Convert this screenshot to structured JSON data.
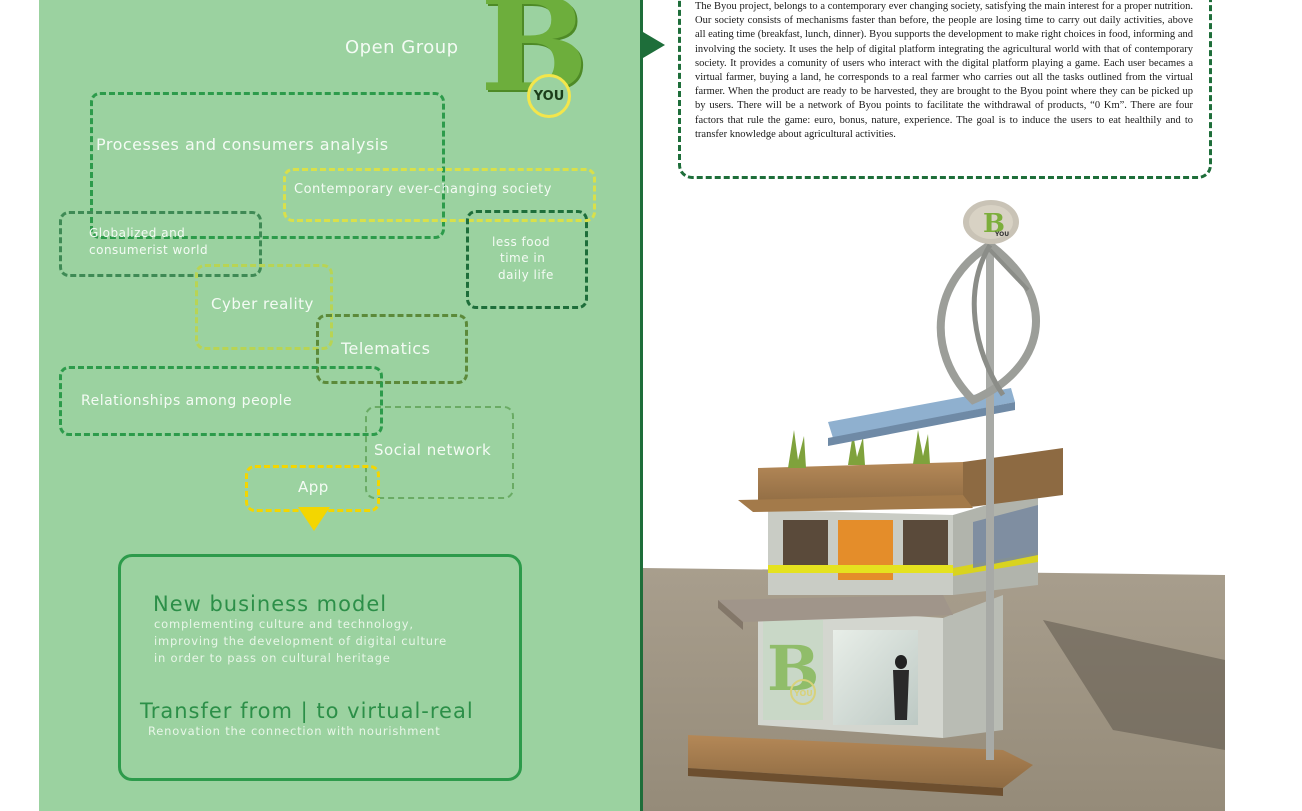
{
  "header": {
    "group_label": "Open Group"
  },
  "logo": {
    "letter": "B",
    "badge": "YOU"
  },
  "concept_tags": [
    "Processes and consumers analysis",
    "Contemporary ever-changing society",
    "Globalized and",
    "consumerist world",
    "less food",
    "time in",
    "daily life",
    "Cyber reality",
    "Telematics",
    "Relationships among people",
    "Social network",
    "App"
  ],
  "business": {
    "title": "New business model",
    "lines": [
      "complementing culture and technology,",
      "improving the development of digital culture",
      "in order to pass on cultural heritage"
    ],
    "transfer_title": "Transfer from | to virtual-real",
    "transfer_sub": "Renovation the connection with nourishment"
  },
  "description": {
    "text": "The Byou project, belongs to a contemporary ever changing society, satisfying the main interest for a proper nutrition. Our society consists of mechanisms faster than before, the people are losing time to carry out daily activities, above all eating time (breakfast, lunch, dinner). Byou supports the development to make right choices in food, informing and involving the society. It uses the help of digital platform integrating the agricultural world with that of contemporary society. It provides a comunity of users who interact with the digital platform playing a game. Each user becames a virtual farmer, buying a land, he corresponds to a real farmer who carries out all the tasks outlined from the virtual farmer. When the product are ready to be harvested, they are brought to the Byou point where they can be picked up by users. There will be a network of Byou points to facilitate the withdrawal of products, “0 Km”. There are four factors that rule the game: euro, bonus, nature, experience. The goal is to induce the users to eat healthily and to transfer knowledge about agricultural activities."
  },
  "render": {
    "logo_letter": "B",
    "logo_badge": "YOU",
    "glass_letter": "B",
    "glass_badge": "YOU"
  },
  "colors": {
    "panel": "#9bd2a0",
    "accent_green": "#2d9b4b",
    "dark_green": "#1e6e3a",
    "yellow": "#f3d600"
  }
}
